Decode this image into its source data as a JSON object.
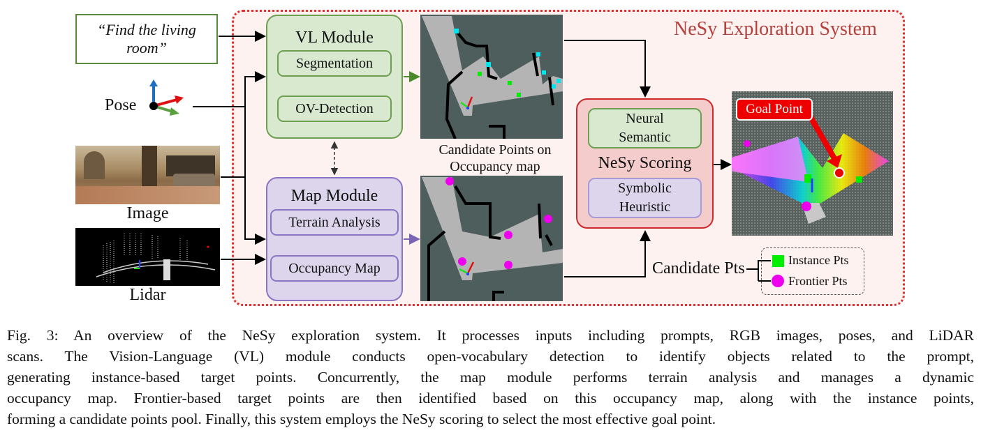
{
  "system": {
    "title": "NeSy Exploration System"
  },
  "inputs": {
    "prompt": "“Find the living room”",
    "pose_label": "Pose",
    "image_label": "Image",
    "lidar_label": "Lidar"
  },
  "vl_module": {
    "title": "VL Module",
    "submodules": [
      "Segmentation",
      "OV-Detection"
    ]
  },
  "map_module": {
    "title": "Map Module",
    "submodules": [
      "Terrain Analysis",
      "Occupancy Map"
    ]
  },
  "occupancy_view": {
    "caption_line1": "Candidate Points on",
    "caption_line2": "Occupancy map"
  },
  "scoring": {
    "title": "NeSy Scoring",
    "neural": [
      "Neural",
      "Semantic"
    ],
    "symbolic": [
      "Symbolic",
      "Heuristic"
    ]
  },
  "output": {
    "goal_label": "Goal Point"
  },
  "candidates": {
    "label": "Candidate Pts",
    "legend": [
      {
        "label": "Instance Pts",
        "marker": "square",
        "color": "#00ee00"
      },
      {
        "label": "Frontier Pts",
        "marker": "circle",
        "color": "#ee00ee"
      }
    ]
  },
  "colors": {
    "frame": "#e03030",
    "vl_fill": "#d8e9d0",
    "vl_border": "#6e9f50",
    "map_fill": "#dcd5ec",
    "map_border": "#8a74c4",
    "scoring_fill": "#f4cccc",
    "scoring_border": "#cc2a2a",
    "title_color": "#b5413d",
    "instance_marker": "#00ee00",
    "frontier_marker": "#ee00ee",
    "semantic_marker": "#00e5ee"
  },
  "caption": [
    "Fig. 3: An overview of the NeSy exploration system. It processes inputs including prompts, RGB images, poses, and LiDAR",
    "scans. The Vision-Language (VL) module conducts open-vocabulary detection to identify objects related to the prompt,",
    "generating instance-based target points. Concurrently, the map module performs terrain analysis and manages a dynamic",
    "occupancy map. Frontier-based target points are then identified based on this occupancy map, along with the instance points,",
    "forming a candidate points pool. Finally, this system employs the NeSy scoring to select the most effective goal point."
  ]
}
